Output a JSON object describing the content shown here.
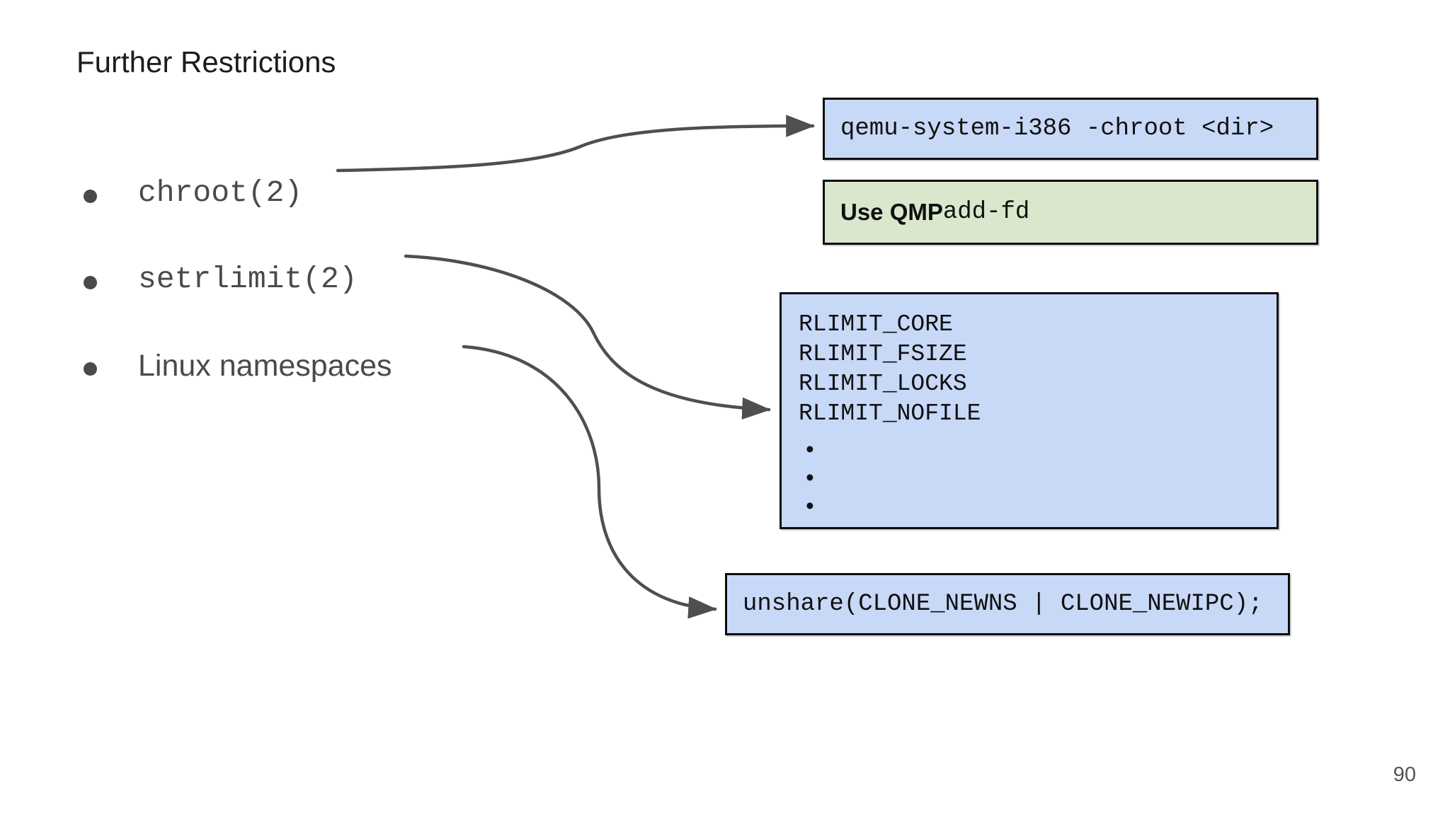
{
  "slide": {
    "title": "Further Restrictions",
    "page_number": "90",
    "background_color": "#ffffff"
  },
  "bullets": [
    {
      "label": "chroot(2)",
      "style": "mono"
    },
    {
      "label": "setrlimit(2)",
      "style": "mono"
    },
    {
      "label": "Linux namespaces",
      "style": "sans"
    }
  ],
  "callouts": {
    "chroot_example": {
      "text": "qemu-system-i386 -chroot <dir>",
      "color": "#c8d8f7",
      "border_color": "#0d0d0d"
    },
    "qmp_note": {
      "prefix": "Use QMP ",
      "command": "add-fd",
      "color": "#d9e7cd",
      "border_color": "#0d0d0d"
    },
    "rlimits": {
      "lines": [
        "RLIMIT_CORE",
        "RLIMIT_FSIZE",
        "RLIMIT_LOCKS",
        "RLIMIT_NOFILE"
      ],
      "ellipsis": [
        "•",
        "•",
        "•"
      ],
      "color": "#c8d8f7",
      "border_color": "#0d0d0d"
    },
    "unshare_example": {
      "text": "unshare(CLONE_NEWNS | CLONE_NEWIPC);",
      "color": "#c8d8f7",
      "border_color": "#0d0d0d"
    }
  },
  "connectors": {
    "stroke_color": "#4f4f4f",
    "items": [
      {
        "name": "chroot-to-example",
        "from": "chroot(2)",
        "to": "qemu-system-i386 -chroot <dir>"
      },
      {
        "name": "setrlimit-to-rlimits",
        "from": "setrlimit(2)",
        "to": "RLIMIT_CORE"
      },
      {
        "name": "namespaces-to-unshare",
        "from": "Linux namespaces",
        "to": "unshare(CLONE_NEWNS | CLONE_NEWIPC);"
      }
    ]
  }
}
